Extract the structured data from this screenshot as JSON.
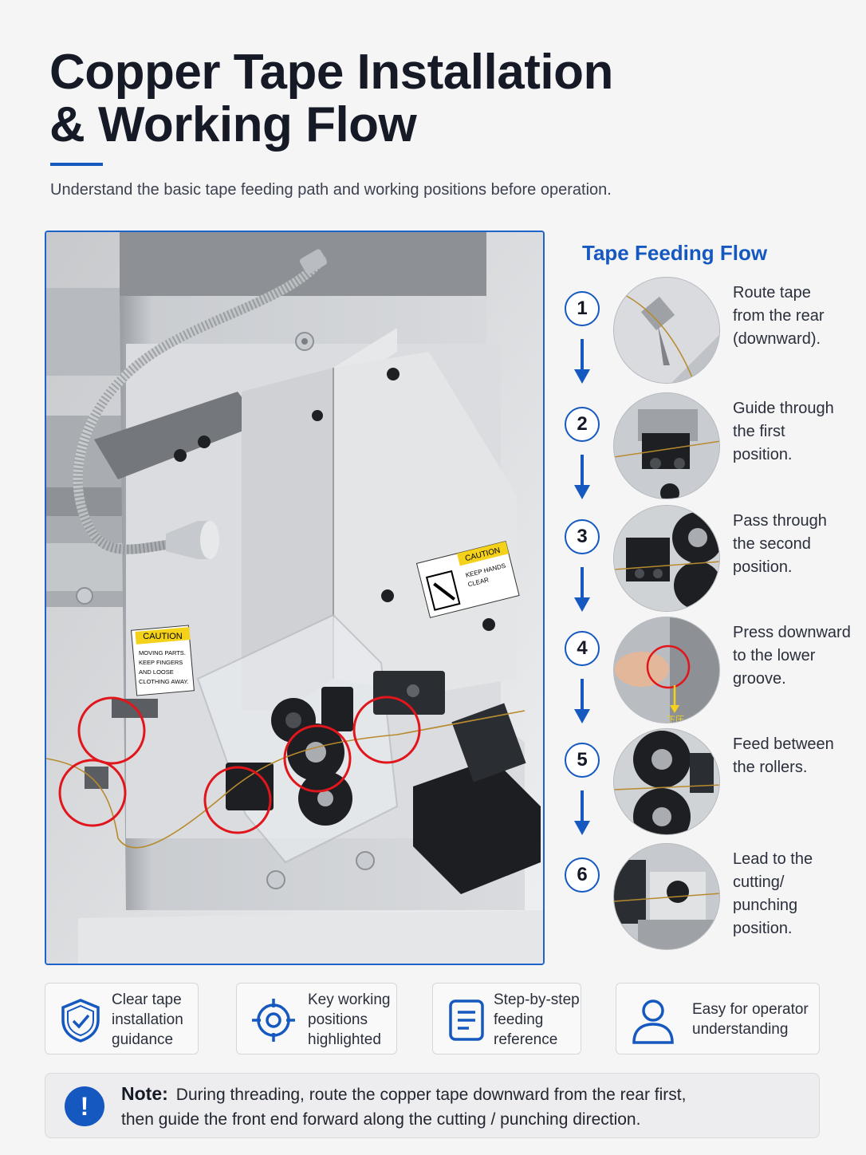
{
  "header": {
    "title_line1": "Copper Tape Installation",
    "title_line2": "& Working Flow",
    "subtitle": "Understand the basic tape feeding path and working positions before operation."
  },
  "photo": {
    "caution_label_left": "CAUTION",
    "caution_text_left": [
      "MOVING PARTS.",
      "KEEP FINGERS",
      "AND LOOSE",
      "CLOTHING AWAY."
    ],
    "caution_label_right": "CAUTION",
    "caution_text_right": [
      "KEEP HANDS",
      "CLEAR"
    ]
  },
  "flow": {
    "title": "Tape Feeding Flow",
    "steps": [
      {
        "num": "1",
        "text": [
          "Route tape",
          "from the rear",
          "(downward)."
        ]
      },
      {
        "num": "2",
        "text": [
          "Guide through",
          "the first",
          "position."
        ]
      },
      {
        "num": "3",
        "text": [
          "Pass through",
          "the second",
          "position."
        ]
      },
      {
        "num": "4",
        "text": [
          "Press downward",
          "to the lower",
          "groove."
        ],
        "overlay": "下压"
      },
      {
        "num": "5",
        "text": [
          "Feed between",
          "the rollers."
        ]
      },
      {
        "num": "6",
        "text": [
          "Lead to the",
          "cutting/",
          "punching",
          "position."
        ]
      }
    ]
  },
  "features": [
    {
      "icon": "shield-check-icon",
      "text": [
        "Clear tape",
        "installation",
        "guidance"
      ]
    },
    {
      "icon": "target-icon",
      "text": [
        "Key working",
        "positions",
        "highlighted"
      ]
    },
    {
      "icon": "document-icon",
      "text": [
        "Step-by-step",
        "feeding",
        "reference"
      ]
    },
    {
      "icon": "user-icon",
      "text": [
        "Easy for operator",
        "understanding"
      ]
    }
  ],
  "note": {
    "icon": "!",
    "label": "Note:",
    "line1": "During threading, route the copper tape downward from the rear first,",
    "line2": "then guide the front end forward along the cutting / punching direction."
  },
  "colors": {
    "accent": "#1558c0",
    "highlight_circle": "#e0161c",
    "caution_yellow": "#f5d21a"
  }
}
